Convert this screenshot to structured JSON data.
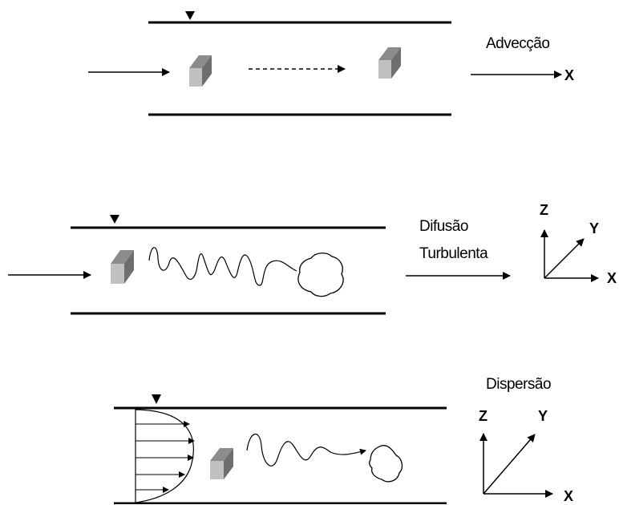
{
  "panels": {
    "advection": {
      "process_label": "Advecção",
      "axis_x": "X"
    },
    "diffusion": {
      "process_label_line1": "Difusão",
      "process_label_line2": "Turbulenta",
      "axis_x": "X",
      "axis_y": "Y",
      "axis_z": "Z"
    },
    "dispersion": {
      "process_label": "Dispersão",
      "axis_x": "X",
      "axis_y": "Y",
      "axis_z": "Z"
    }
  },
  "colors": {
    "line": "#000000",
    "block_front": "#c0c0c0",
    "block_top": "#8c8c8c",
    "block_side": "#6e6e6e"
  },
  "icons": {
    "water_surface": "inverted-triangle-marker"
  }
}
